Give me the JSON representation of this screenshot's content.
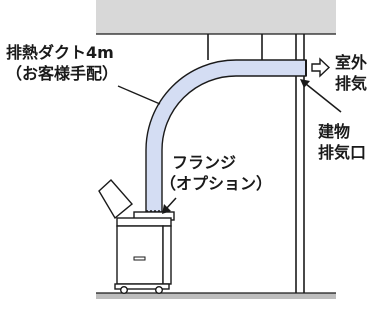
{
  "labels": {
    "duct": [
      "排熱ダクト4m",
      "（お客様手配）"
    ],
    "outdoor_exhaust": [
      "室外",
      "排気"
    ],
    "building_exhaust": [
      "建物",
      "排気口"
    ],
    "flange": [
      "フランジ",
      "（オプション）"
    ]
  },
  "colors": {
    "duct_fill": "#d4ddf3",
    "outline": "#1a1a1a",
    "ceiling_fill": "#d8d8d8",
    "cooler_body": "#ffffff"
  }
}
